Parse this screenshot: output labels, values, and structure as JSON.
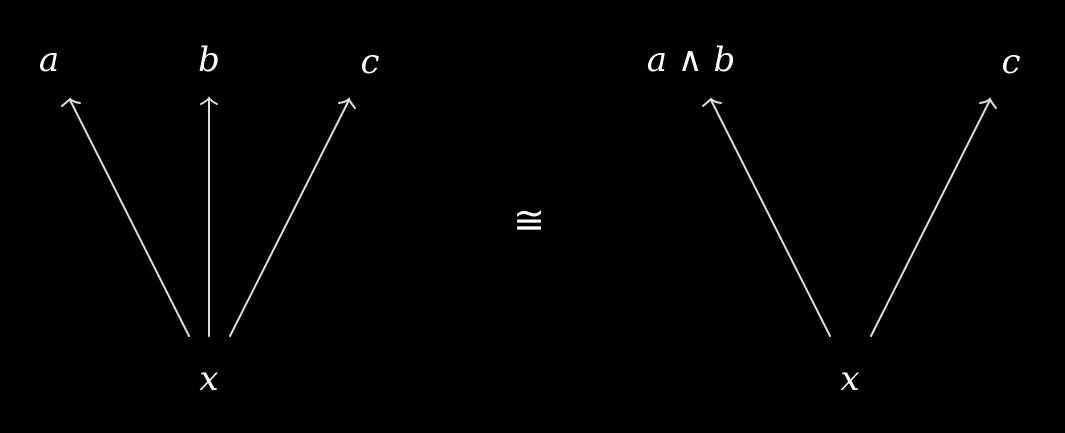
{
  "diagram": {
    "left": {
      "source": "x",
      "targets": [
        "a",
        "b",
        "c"
      ]
    },
    "relation": "≅",
    "right": {
      "source": "x",
      "targets": [
        "a ∧ b",
        "c"
      ]
    },
    "colors": {
      "background": "#000000",
      "foreground": "#ffffff",
      "arrow": "#dddddd"
    }
  }
}
